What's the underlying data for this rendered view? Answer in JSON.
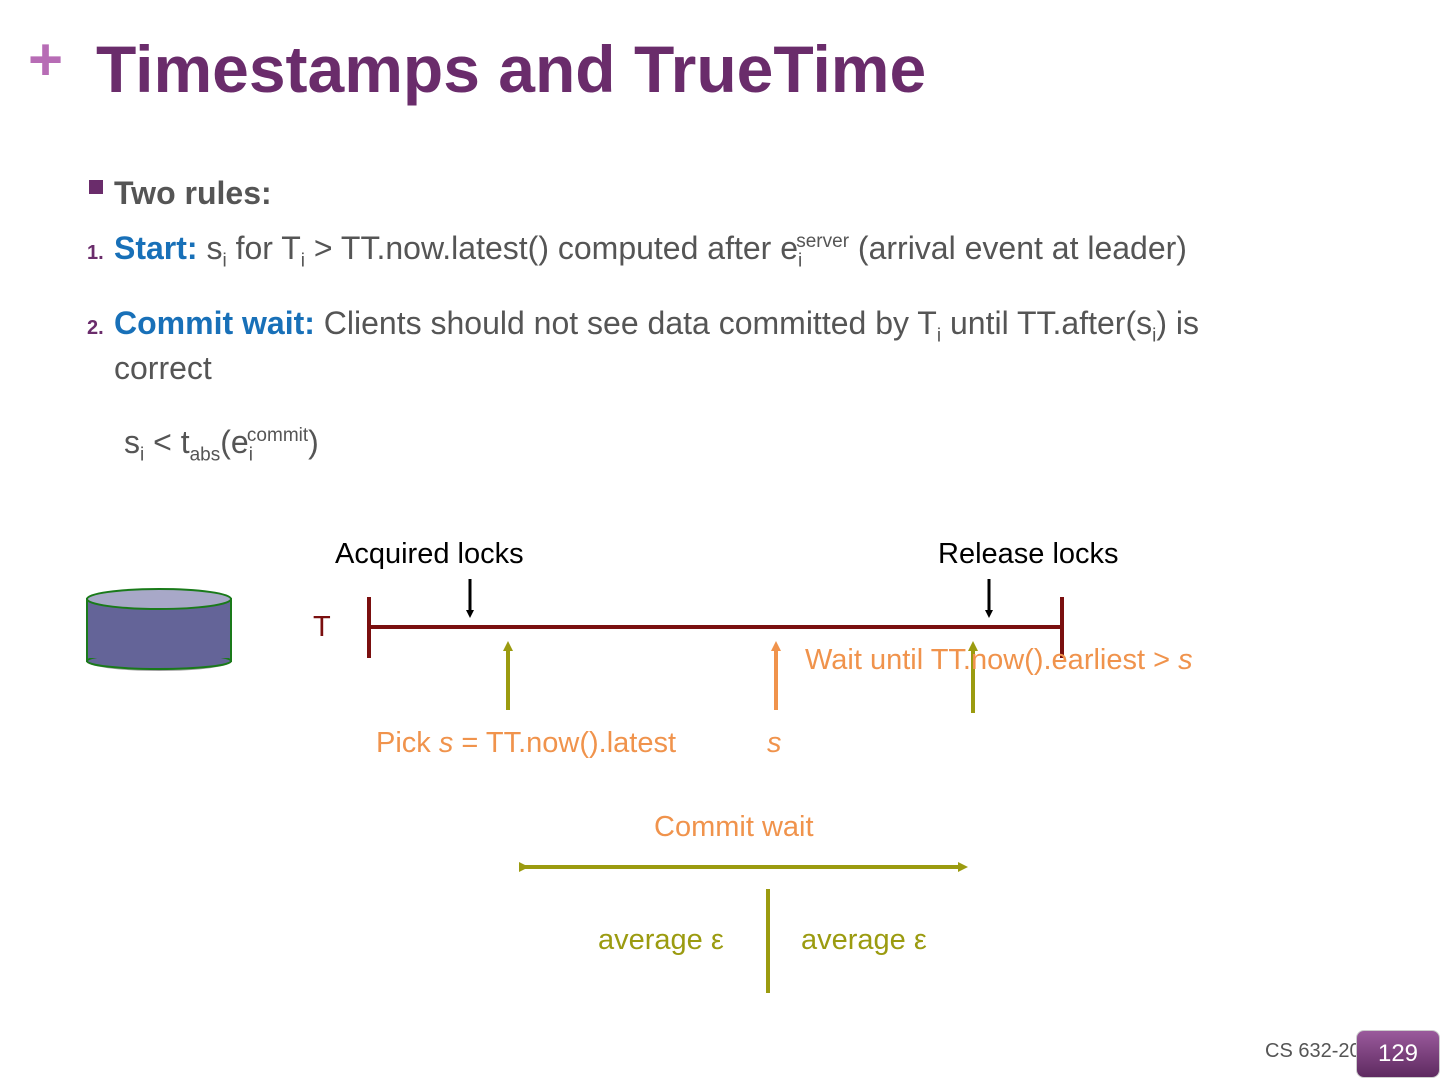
{
  "title": {
    "plus": "+",
    "text": "Timestamps and TrueTime"
  },
  "rules": {
    "heading": "Two rules:",
    "r1": {
      "num": "1.",
      "label": "Start:",
      "t1": " s",
      "sub1": "i",
      "t2": " for T",
      "sub2": "i",
      "t3": " > TT.now.latest() computed after e",
      "sub3": "i",
      "sup3": "server",
      "t4": " (arrival event at leader)"
    },
    "r2": {
      "num": "2.",
      "label": "Commit wait:",
      "t1": "   Clients should not see data committed by T",
      "sub1": "i",
      "t2": " until TT.after(s",
      "sub2": "i",
      "t3": ") is",
      "line2": "correct"
    },
    "formula": {
      "t1": "s",
      "sub1": "i",
      "t2": " < t",
      "sub2": "abs",
      "t3": "(e",
      "sub3": "i",
      "sup3": "commit",
      "t4": ")"
    }
  },
  "diagram": {
    "acquired_locks": "Acquired locks",
    "release_locks": "Release locks",
    "t_label": "T",
    "wait_until_prefix": "Wait until TT.now().earliest > ",
    "wait_until_var": "s",
    "pick_prefix": "Pick ",
    "pick_var": "s",
    "pick_suffix": " = TT.now().latest",
    "s_label": "s",
    "commit_wait": "Commit wait",
    "avg_left": "average ε",
    "avg_right": "average ε",
    "colors": {
      "timeline": "#7a0f0f",
      "orange": "#f0934c",
      "olive": "#9b9b10",
      "db_fill": "#646498",
      "db_stroke": "#1a7a1a"
    }
  },
  "footer": {
    "course": "CS 632-2020",
    "page": "129"
  }
}
